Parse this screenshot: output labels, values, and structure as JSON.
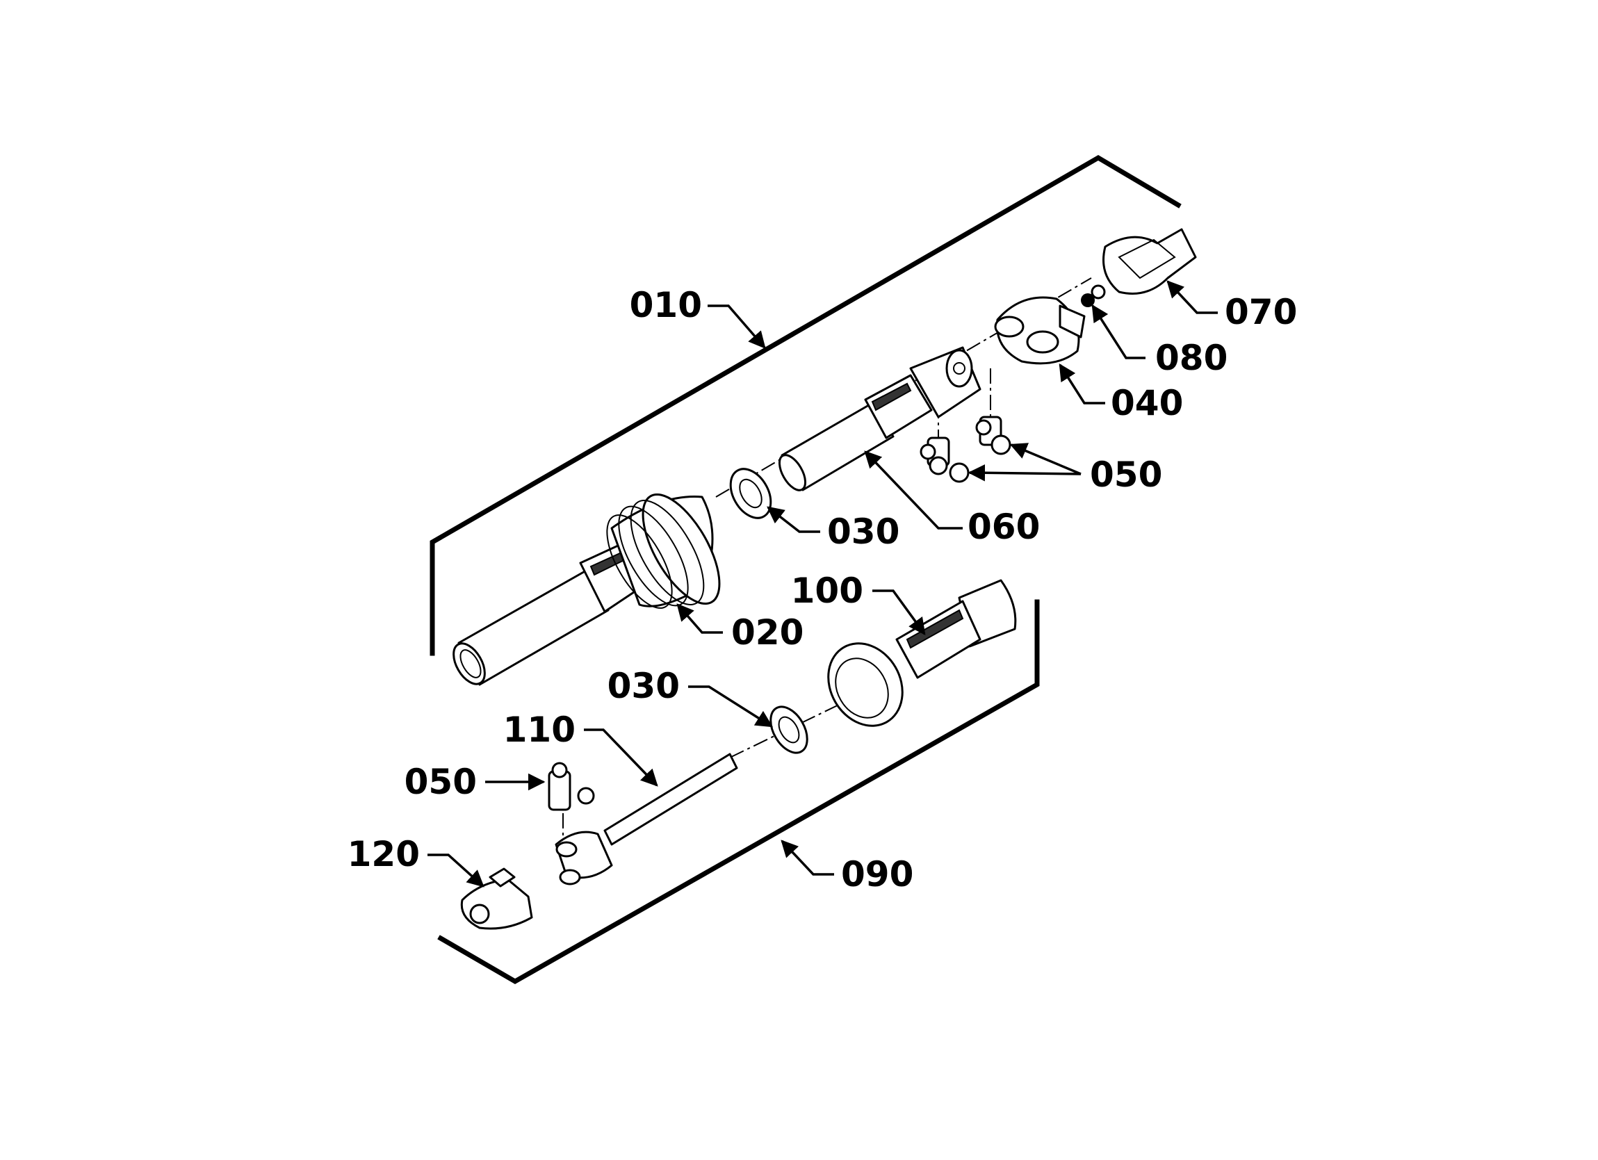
{
  "labels": {
    "l010": "010",
    "l020": "020",
    "l030a": "030",
    "l030b": "030",
    "l040": "040",
    "l050a": "050",
    "l050b": "050",
    "l060": "060",
    "l070": "070",
    "l080": "080",
    "l090": "090",
    "l100": "100",
    "l110": "110",
    "l120": "120"
  }
}
